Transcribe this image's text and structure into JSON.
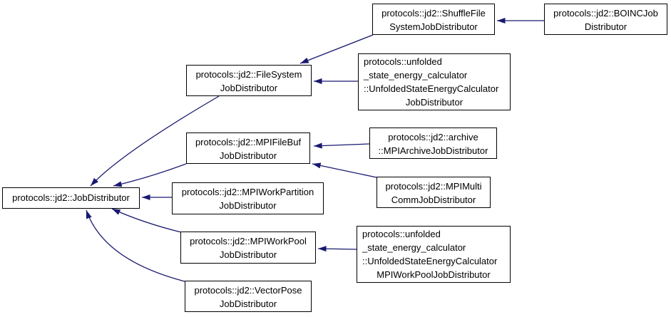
{
  "diagram_type": "class-inheritance-graph",
  "colors": {
    "arrow": "#191970",
    "node_border": "#000000",
    "node_fill": "#ffffff",
    "text": "#000000",
    "background": "#ffffff"
  },
  "nodes": [
    {
      "id": "job_distributor",
      "lines": [
        "protocols::jd2::JobDistributor"
      ]
    },
    {
      "id": "file_system",
      "lines": [
        "protocols::jd2::FileSystem",
        "JobDistributor"
      ]
    },
    {
      "id": "shuffle_file",
      "lines": [
        "protocols::jd2::ShuffleFile",
        "SystemJobDistributor"
      ]
    },
    {
      "id": "boinc",
      "lines": [
        "protocols::jd2::BOINCJob",
        "Distributor"
      ]
    },
    {
      "id": "unfolded_jd",
      "lines": [
        "protocols::unfolded",
        "_state_energy_calculator",
        "::UnfoldedStateEnergyCalculator",
        "JobDistributor"
      ]
    },
    {
      "id": "mpi_file_buf",
      "lines": [
        "protocols::jd2::MPIFileBuf",
        "JobDistributor"
      ]
    },
    {
      "id": "archive",
      "lines": [
        "protocols::jd2::archive",
        "::MPIArchiveJobDistributor"
      ]
    },
    {
      "id": "mpi_multi",
      "lines": [
        "protocols::jd2::MPIMulti",
        "CommJobDistributor"
      ]
    },
    {
      "id": "mpi_work_partition",
      "lines": [
        "protocols::jd2::MPIWorkPartition",
        "JobDistributor"
      ]
    },
    {
      "id": "mpi_work_pool",
      "lines": [
        "protocols::jd2::MPIWorkPool",
        "JobDistributor"
      ]
    },
    {
      "id": "unfolded_mpi",
      "lines": [
        "protocols::unfolded",
        "_state_energy_calculator",
        "::UnfoldedStateEnergyCalculator",
        "MPIWorkPoolJobDistributor"
      ]
    },
    {
      "id": "vector_pose",
      "lines": [
        "protocols::jd2::VectorPose",
        "JobDistributor"
      ]
    }
  ],
  "edges": [
    {
      "from": "boinc",
      "to": "shuffle_file"
    },
    {
      "from": "shuffle_file",
      "to": "file_system"
    },
    {
      "from": "unfolded_jd",
      "to": "file_system"
    },
    {
      "from": "file_system",
      "to": "job_distributor"
    },
    {
      "from": "archive",
      "to": "mpi_file_buf"
    },
    {
      "from": "mpi_multi",
      "to": "mpi_file_buf"
    },
    {
      "from": "mpi_file_buf",
      "to": "job_distributor"
    },
    {
      "from": "mpi_work_partition",
      "to": "job_distributor"
    },
    {
      "from": "mpi_work_pool",
      "to": "job_distributor"
    },
    {
      "from": "unfolded_mpi",
      "to": "mpi_work_pool"
    },
    {
      "from": "vector_pose",
      "to": "job_distributor"
    }
  ]
}
